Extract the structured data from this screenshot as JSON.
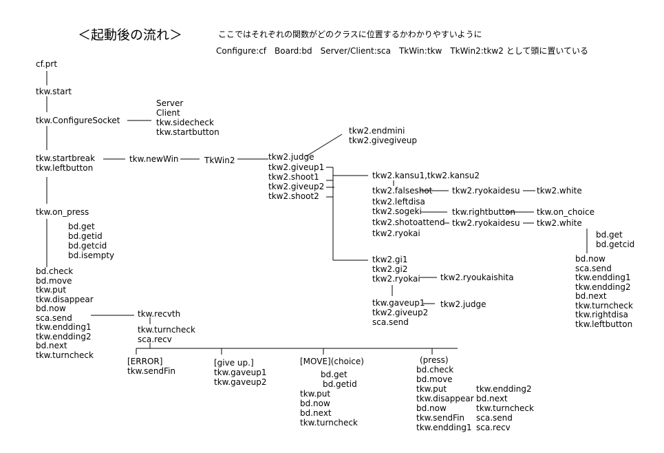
{
  "header": {
    "title": "＜起動後の流れ＞",
    "note_line1": "ここではそれぞれの関数がどのクラスに位置するかわかりやすいように",
    "note_line2": "Configure:cf　Board:bd　Server/Client:sca　TkWin:tkw　TkWin2:tkw2 として頭に置いている"
  },
  "nodes": {
    "cf_prt": "cf.prt",
    "tkw_start": "tkw.start",
    "tkw_configuresocket": "tkw.ConfigureSocket",
    "socket_group": [
      "Server",
      "Client",
      "tkw.sidecheck",
      "tkw.startbutton"
    ],
    "start_group": [
      "tkw.startbreak",
      "tkw.leftbutton"
    ],
    "tkw_newwin": "tkw.newWin",
    "tkwin2": "TkWin2",
    "tkw2_judge": "tkw2.judge",
    "endmini_group": [
      "tkw2.endmini",
      "tkw2.givegiveup"
    ],
    "giveup_group": [
      "tkw2.giveup1",
      "tkw2.shoot1",
      "tkw2.giveup2",
      "tkw2.shoot2"
    ],
    "tkw_on_press": "tkw.on_press",
    "bd_group1": [
      "bd.get",
      "bd.getid",
      "bd.getcid",
      "bd.isempty"
    ],
    "check_group": [
      "bd.check",
      "bd.move",
      "tkw.put",
      "tkw.disappear",
      "bd.now",
      "sca.send",
      "tkw.endding1",
      "tkw.endding2",
      "bd.next",
      "tkw.turncheck"
    ],
    "tkw_recvth": "tkw.recvth",
    "recv_group": [
      "tkw.turncheck",
      "sca.recv"
    ],
    "error_group": [
      "[ERROR]",
      "tkw.sendFin"
    ],
    "giveup_recv_group": [
      "[give up.]",
      "tkw.gaveup1",
      "tkw.gaveup2"
    ],
    "move_label": "[MOVE](choice)",
    "move_bd_group": [
      "bd.get",
      "bd.getid"
    ],
    "move_group": [
      "tkw.put",
      "bd.now",
      "bd.next",
      "tkw.turncheck"
    ],
    "press_group": [
      "(press)",
      "bd.check",
      "bd.move",
      "tkw.put",
      "tkw.disappear",
      "bd.now",
      "tkw.sendFin",
      "tkw.endding1"
    ],
    "press_group2": [
      "tkw.endding2",
      "bd.next",
      "tkw.turncheck",
      "sca.send",
      "sca.recv"
    ],
    "kansu": "tkw2.kansu1,tkw2.kansu2",
    "kansu_group": [
      "tkw2.falseshot",
      "tkw2.leftdisa",
      "tkw2.sogeki",
      "tkw2.shotoattend",
      "tkw2.ryokai"
    ],
    "ryokaidesu1": "tkw2.ryokaidesu",
    "white1": "tkw2.white",
    "rightbutton": "tkw.rightbutton",
    "on_choice": "tkw.on_choice",
    "ryokaidesu2": "tkw2.ryokaidesu",
    "white2": "tkw2.white",
    "right_bd_group": [
      "bd.get",
      "bd.getcid"
    ],
    "right_group": [
      "bd.now",
      "sca.send",
      "tkw.endding1",
      "tkw.endding2",
      "bd.next",
      "tkw.turncheck",
      "tkw.rightdisa",
      "tkw.leftbutton"
    ],
    "gi_group": [
      "tkw2.gi1",
      "tkw2.gi2",
      "tkw2.ryokai"
    ],
    "ryoukaishita": "tkw2.ryoukaishita",
    "gaveup_group": [
      "tkw.gaveup1",
      "tkw2.giveup2",
      "sca.send"
    ],
    "judge2": "tkw2.judge"
  }
}
